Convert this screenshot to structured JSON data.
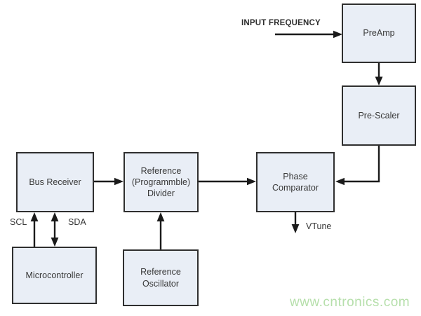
{
  "diagram": {
    "title_hint": "PLL block diagram",
    "blocks": {
      "preamp": {
        "label": "PreAmp"
      },
      "prescaler": {
        "label": "Pre-Scaler"
      },
      "phase_comparator": {
        "label": "Phase\nComparator"
      },
      "bus_receiver": {
        "label": "Bus Receiver"
      },
      "reference_divider": {
        "label": "Reference\n(Programmble)\nDivider"
      },
      "microcontroller": {
        "label": "Microcontroller"
      },
      "reference_oscillator": {
        "label": "Reference\nOscillator"
      }
    },
    "labels": {
      "input_frequency": "INPUT FREQUENCY",
      "scl": "SCL",
      "sda": "SDA",
      "vtune": "VTune"
    },
    "connectors": [
      "input-frequency to preamp (right arrow)",
      "preamp to prescaler (down arrow)",
      "prescaler to phase-comparator (elbow, left arrow)",
      "bus-receiver to reference-divider (right arrow)",
      "reference-divider to phase-comparator (right arrow)",
      "reference-oscillator to reference-divider (up arrow)",
      "microcontroller to bus-receiver SCL (up arrow)",
      "microcontroller to bus-receiver SDA (double arrow)",
      "phase-comparator to vtune (down arrow)"
    ],
    "watermark": "www.cntronics.com",
    "colors": {
      "block_fill": "#e9eef6",
      "block_border": "#2f2f2f",
      "line": "#1a1a1a",
      "label_text": "#383838",
      "watermark": "#b6dfab"
    }
  }
}
